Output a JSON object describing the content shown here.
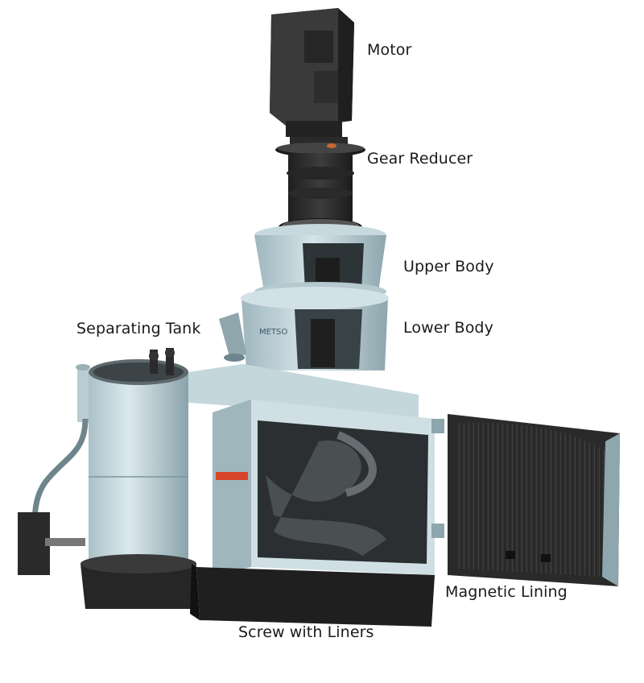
{
  "diagram": {
    "labels": {
      "motor": "Motor",
      "gear_reducer": "Gear Reducer",
      "upper_body": "Upper Body",
      "lower_body": "Lower Body",
      "separating_tank": "Separating Tank",
      "magnetic_lining": "Magnetic Lining",
      "screw_with_liners": "Screw with Liners"
    },
    "colors": {
      "background": "#ffffff",
      "body_light": "#c9dbe1",
      "body_mid": "#a9c0c8",
      "body_shadow": "#7f979f",
      "dark_metal": "#2a2a2a",
      "accent_stripe": "#d8452a"
    }
  }
}
